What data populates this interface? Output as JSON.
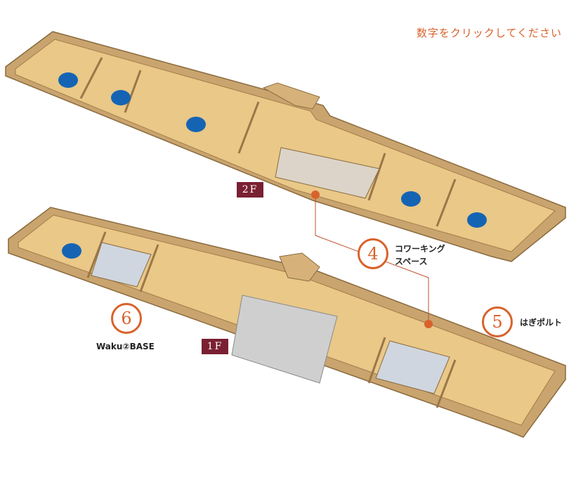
{
  "hint_text": "数字をクリックしてください",
  "floors": {
    "upper": "2F",
    "lower": "1F"
  },
  "facilities": [
    {
      "number": "4",
      "label_lines": [
        "コワーキング",
        "スペース"
      ]
    },
    {
      "number": "5",
      "label_lines": [
        "はぎポルト"
      ]
    },
    {
      "number": "6",
      "label_lines": [
        "Waku②BASE"
      ]
    }
  ],
  "colors": {
    "accent": "#d9622b",
    "floor_badge": "#7a2033",
    "room_dot": "#1564b4",
    "floor_wood": "#e9c888",
    "wall": "#c9a46e"
  }
}
